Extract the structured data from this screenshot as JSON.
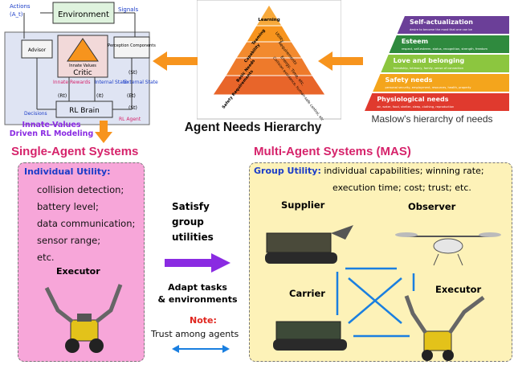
{
  "agent_diagram": {
    "environment": "Environment",
    "actions": "Actions",
    "actions_sub": "(A_t)",
    "signals": "Signals",
    "advisor": "Advisor",
    "perception": "Perception Components",
    "innate_values": "Innate Values",
    "critic": "Critic",
    "st_mid": "(St)",
    "innate_rewards": "Innate Rewards",
    "internal_state": "Internal State",
    "external_state": "External State",
    "rt": "(Rt)",
    "it": "(It)",
    "et": "(Et)",
    "rl_brain": "RL Brain",
    "st_brain": "(St)",
    "decisions": "Decisions",
    "rl_agent": "RL Agent"
  },
  "pyramid_labels": [
    "Learning",
    "Teaming",
    "Utility",
    "Capability",
    "Requirements",
    "Basic Needs",
    "Energy, Time, etc.",
    "Safety Requirements",
    "Collision avoidance, human-safe control, etc."
  ],
  "agent_needs_title": "Agent Needs Hierarchy",
  "maslow": {
    "caption": "Maslow's hierarchy of needs",
    "levels": [
      {
        "title": "Self-actualization",
        "desc": "desire to become the most that one can be",
        "color": "#6b3f98"
      },
      {
        "title": "Esteem",
        "desc": "respect, self-esteem, status, recognition, strength, freedom",
        "color": "#2f8a3e"
      },
      {
        "title": "Love and belonging",
        "desc": "friendship, intimacy, family, sense of connection",
        "color": "#8cc63f"
      },
      {
        "title": "Safety needs",
        "desc": "personal security, employment, resources, health, property",
        "color": "#f4a51c"
      },
      {
        "title": "Physiological needs",
        "desc": "air, water, food, shelter, sleep, clothing, reproduction",
        "color": "#e03a2e"
      }
    ]
  },
  "innate_label": "Innate-Values\nDriven RL Modeling",
  "single": {
    "title": "Single-Agent Systems",
    "utility_title": "Individual Utility:",
    "items": [
      "collision detection;",
      "battery level;",
      "data communication;",
      "sensor range;",
      "etc."
    ],
    "executor": "Executor"
  },
  "middle": {
    "satisfy": "Satisfy\ngroup\nutilities",
    "adapt": "Adapt tasks\n& environments",
    "note": "Note:",
    "trust": "Trust among agents"
  },
  "multi": {
    "title": "Multi-Agent Systems (MAS)",
    "group_title": "Group Utility:",
    "group_line1": "individual capabilities; winning rate;",
    "group_line2": "execution time; cost; trust; etc.",
    "supplier": "Supplier",
    "observer": "Observer",
    "carrier": "Carrier",
    "executor": "Executor"
  },
  "colors": {
    "arrow_orange": "#f7941d",
    "single_bg": "#f7a6d9",
    "single_title": "#d6236b",
    "multi_bg": "#fdf2b8",
    "multi_title": "#d6236b",
    "utility_blue": "#1a3cc8",
    "purple": "#8a2be2",
    "note_red": "#e0261f"
  }
}
